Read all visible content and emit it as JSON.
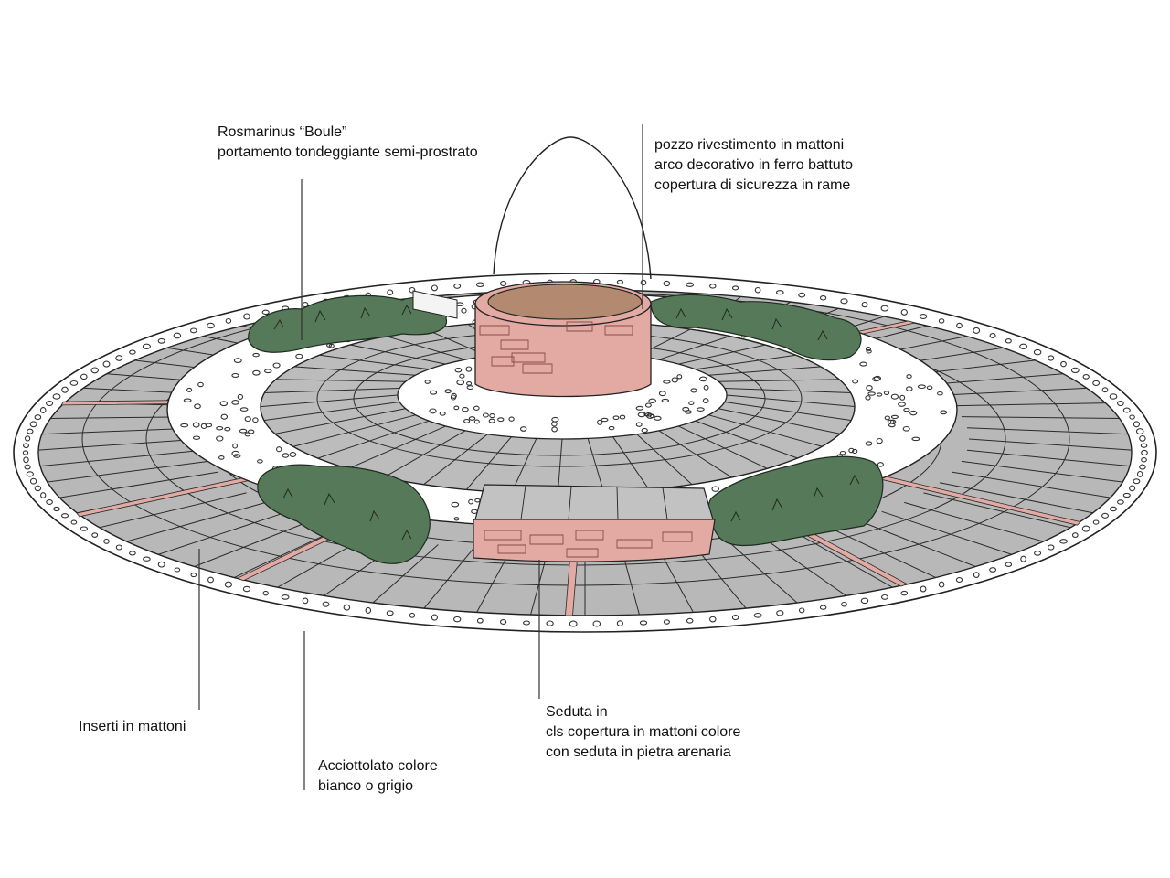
{
  "labels": {
    "rosmarinus": {
      "line1": "Rosmarinus “Boule”",
      "line2": "portamento tondeggiante semi-prostrato"
    },
    "pozzo": {
      "line1": "pozzo rivestimento in mattoni",
      "line2": "arco decorativo in ferro battuto",
      "line3": "copertura di sicurezza in rame"
    },
    "inserti": {
      "line1": "Inserti in mattoni"
    },
    "acciottolato": {
      "line1": "Acciottolato colore",
      "line2": "bianco o grigio"
    },
    "seduta": {
      "line1": "Seduta in",
      "line2": "cls copertura in mattoni colore",
      "line3": "con seduta in pietra arenaria"
    }
  },
  "colors": {
    "paving": "#b8b8b8",
    "pebbles": "#ffffff",
    "brick": "#e2aaa3",
    "brick_dark": "#d79a93",
    "hedge": "#56795a",
    "well_cover": "#b38a70",
    "line": "#222222"
  }
}
